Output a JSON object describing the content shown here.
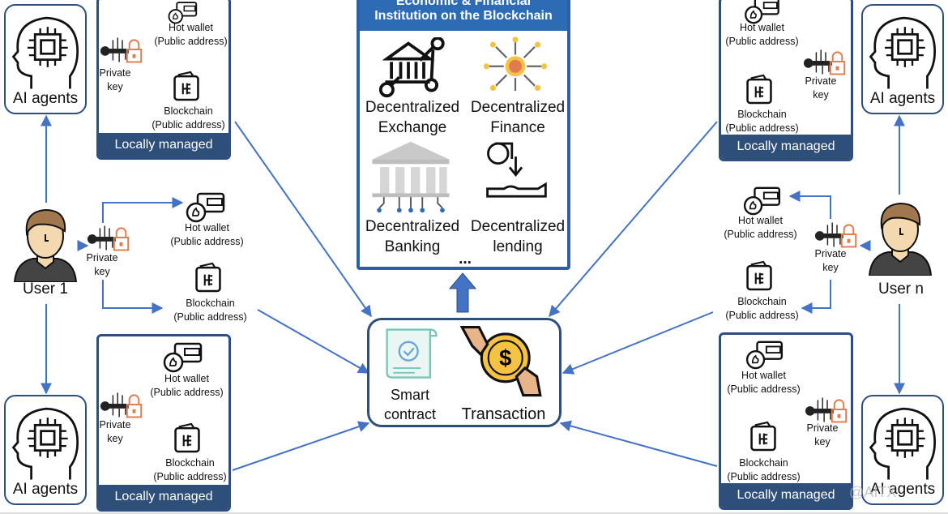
{
  "center_top": {
    "title_line1": "Economic & Financial",
    "title_line2": "Institution on the Blockchain",
    "items": [
      {
        "label1": "Decentralized",
        "label2": "Exchange"
      },
      {
        "label1": "Decentralized",
        "label2": "Finance"
      },
      {
        "label1": "Decentralized",
        "label2": "Banking"
      },
      {
        "label1": "Decentralized",
        "label2": "lending"
      }
    ],
    "ellipsis": "..."
  },
  "center_bottom": {
    "smart1": "Smart",
    "smart2": "contract",
    "transaction": "Transaction"
  },
  "users": {
    "left": "User 1",
    "right": "User n"
  },
  "ai_label": "AI agents",
  "labels": {
    "hot1": "Hot wallet",
    "hot2": "(Public address)",
    "pk1": "Private",
    "pk2": "key",
    "bc1": "Blockchain",
    "bc2": "(Public address)",
    "managed": "Locally managed"
  },
  "watermark": "@AITX",
  "colors": {
    "arrow": "#4472c4",
    "panel": "#2e4f7a",
    "header": "#2e6bb5",
    "lock": "#e07b4f"
  }
}
